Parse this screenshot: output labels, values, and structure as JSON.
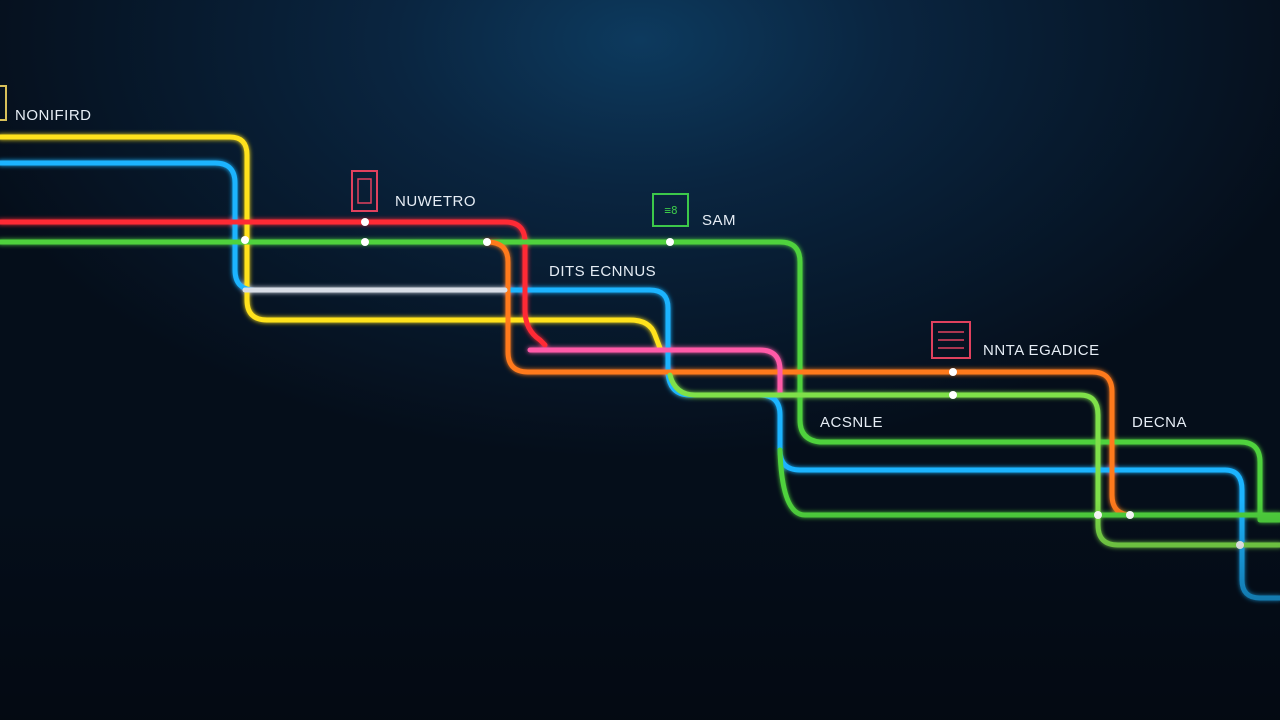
{
  "labels": [
    {
      "id": "label-1",
      "text": "NONIFIRD",
      "color": "#d8c05a"
    },
    {
      "id": "label-2",
      "text": "NUWETRO",
      "color": "#e0415e"
    },
    {
      "id": "label-3",
      "text": "SAM",
      "color": "#3cc84a"
    },
    {
      "id": "label-4",
      "text": "DITS ECNNUS",
      "color": ""
    },
    {
      "id": "label-5",
      "text": "NNTA EGADICE",
      "color": "#e0415e"
    },
    {
      "id": "label-6",
      "text": "ACSNLE",
      "color": ""
    },
    {
      "id": "label-7",
      "text": "DECNA",
      "color": ""
    }
  ],
  "sign_glyphs": {
    "label-3": "≡8"
  },
  "route_colors": {
    "yellow": "#ffe21a",
    "cyan": "#1ab4ff",
    "red": "#ff2a35",
    "green": "#4fd23c",
    "orange": "#ff7a1a",
    "white": "#d8dde6",
    "pink": "#ff5aa8",
    "lime": "#7fe04a"
  }
}
